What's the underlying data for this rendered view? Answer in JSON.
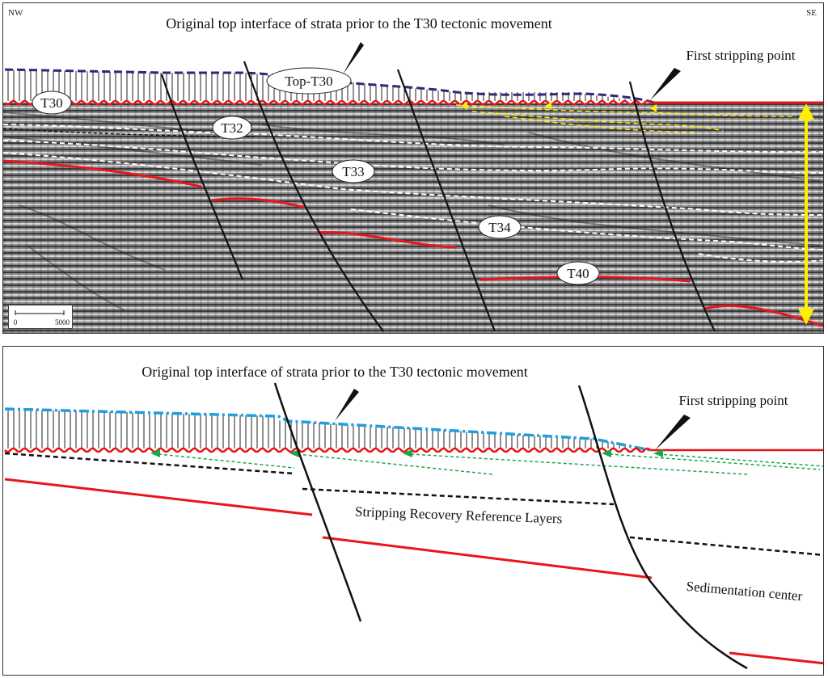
{
  "top_panel": {
    "orientation_left": "NW",
    "orientation_right": "SE",
    "title": "Original top interface of strata prior to the T30 tectonic movement",
    "first_stripping_label": "First stripping point",
    "top_t30_label": "Top-T30",
    "horizon_labels": {
      "t30": "T30",
      "t32": "T32",
      "t33": "T33",
      "t34": "T34",
      "t40": "T40"
    },
    "scale_bar": {
      "start": "0",
      "end": "5000"
    }
  },
  "bottom_panel": {
    "title": "Original top interface of strata prior to the T30 tectonic movement",
    "first_stripping_label": "First stripping point",
    "reference_layers_label": "Stripping Recovery Reference Layers",
    "sedimentation_center_label": "Sedimentation center"
  },
  "colors": {
    "horizon_red": "#e8161b",
    "top_dash_navy": "#2b2a7a",
    "top_dashdot_blue": "#1e9fe0",
    "yellow_arrow": "#ffee00",
    "green_arrow": "#1aa84a",
    "fault_black": "#111111"
  }
}
